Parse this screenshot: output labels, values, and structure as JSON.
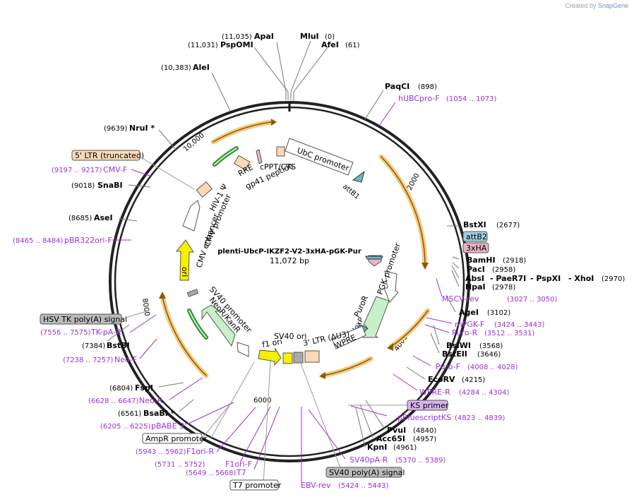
{
  "credit": {
    "prefix": "Created by",
    "brand": "SnapGene"
  },
  "map": {
    "name": "plenti-UbcP-IKZF2-V2-3xHA-pGK-Pur",
    "length_label": "11,072 bp",
    "ticks": [
      "2000",
      "4000",
      "6000",
      "8000",
      "10,000"
    ]
  },
  "sites_top": [
    {
      "pos": "(11,035)",
      "name": "ApaI"
    },
    {
      "pos": "(11,031)",
      "name": "PspOMI"
    },
    {
      "pos": "(0)",
      "name": "MluI"
    },
    {
      "pos": "(61)",
      "name": "AfeI"
    },
    {
      "pos": "(10,383)",
      "name": "AleI"
    },
    {
      "pos": "(898)",
      "name": "PaqCI"
    }
  ],
  "sites_right": [
    {
      "name": "BstXI",
      "pos": "(2677)"
    },
    {
      "name": "BamHI",
      "pos": "(2918)"
    },
    {
      "name": "PacI",
      "pos": "(2958)"
    },
    {
      "name": "AbsI",
      "pos": ""
    },
    {
      "name": "- PaeR7I",
      "pos": ""
    },
    {
      "name": "- PspXI",
      "pos": ""
    },
    {
      "name": "- XhoI",
      "pos": "(2970)"
    },
    {
      "name": "HpaI",
      "pos": "(2978)"
    },
    {
      "name": "AgeI",
      "pos": "(3102)"
    },
    {
      "name": "BsiWI",
      "pos": "(3568)"
    },
    {
      "name": "BstEII",
      "pos": "(3646)"
    },
    {
      "name": "EcoRV",
      "pos": "(4215)"
    },
    {
      "name": "PvuI",
      "pos": "(4840)"
    },
    {
      "name": "Acc65I",
      "pos": "(4957)"
    },
    {
      "name": "KpnI",
      "pos": "(4961)"
    }
  ],
  "sites_left": [
    {
      "pos": "(9639)",
      "name": "NruI *"
    },
    {
      "pos": "(9018)",
      "name": "SnaBI"
    },
    {
      "pos": "(8685)",
      "name": "AseI"
    },
    {
      "pos": "(7384)",
      "name": "BstBI"
    },
    {
      "pos": "(6804)",
      "name": "FspI"
    },
    {
      "pos": "(6561)",
      "name": "BsaBI *"
    }
  ],
  "primers": [
    {
      "name": "hUBCpro-F",
      "range": "(1054 .. 1073)"
    },
    {
      "name": "MSCV-rev",
      "range": "(3027 .. 3050)"
    },
    {
      "name": "mPGK-F",
      "range": "(3424 .. 3443)"
    },
    {
      "name": "Puro-R",
      "range": "(3512 .. 3531)"
    },
    {
      "name": "Puro-F",
      "range": "(4008 .. 4028)"
    },
    {
      "name": "WPRE-R",
      "range": "(4284 .. 4304)"
    },
    {
      "name": "pBluescriptKS",
      "range": "(4823 .. 4839)"
    },
    {
      "name": "SV40pA-R",
      "range": "(5370 .. 5389)"
    },
    {
      "name": "EBV-rev",
      "range": "(5424 .. 5443)"
    },
    {
      "name": "T7",
      "range": "(5649 .. 5668)"
    },
    {
      "name": "F1ori-F",
      "range": "(5731 .. 5752)"
    },
    {
      "name": "F1ori-R",
      "range": "(5943 .. 5962)"
    },
    {
      "name": "pBABE 3'",
      "range": "(6205 .. 6225)"
    },
    {
      "name": "Neo-R",
      "range": "(6628 .. 6647)"
    },
    {
      "name": "Neo-F",
      "range": "(7238 .. 7257)"
    },
    {
      "name": "TK-pA-R",
      "range": "(7556 .. 7575)"
    },
    {
      "name": "pBR322ori-F",
      "range": "(8465 .. 8484)"
    },
    {
      "name": "CMV-F",
      "range": "(9197 .. 9217)"
    }
  ],
  "boxed_features": {
    "attB2": "attB2",
    "ha": "3xHA",
    "ks": "KS primer",
    "sv40pa": "SV40 poly(A) signal",
    "t7": "T7 promoter",
    "ampr": "AmpR promoter",
    "hsv": "HSV TK poly(A) signal",
    "ltr5": "5' LTR (truncated)"
  },
  "inner_features": {
    "ubc": "UbC promoter",
    "attb1": "attB1",
    "cppt": "cPPT/CTS",
    "rre": "RRE",
    "gp41": "gp41 peptide",
    "hiv": "HIV-1 Ψ",
    "cmvp": "CMV promoter",
    "cmve": "CMV enhancer",
    "ori": "ori",
    "pgk": "PGK promoter",
    "puror": "PuroR",
    "loxp": "loxP",
    "wpre": "WPRE",
    "ltr3": "3' LTR (ΔU3)",
    "sv40ori": "SV40 ori",
    "f1": "f1 ori",
    "sv40p": "SV40 promoter",
    "neo": "NeoR/KanR"
  },
  "colors": {
    "backbone": "#222222",
    "orf_orange": "#f2a541",
    "orf_dark": "#8a5a00",
    "green": "#2e8b2e",
    "primer": "#9b30d9",
    "ori_yellow": "#f0e000",
    "puro_green": "#c8f0c8",
    "box_blue": "#9ecfe0",
    "box_pink": "#e8b4c8",
    "box_purple": "#d9b3f0",
    "box_gray": "#bbbbbb",
    "box_peach": "#fcd9b6"
  }
}
